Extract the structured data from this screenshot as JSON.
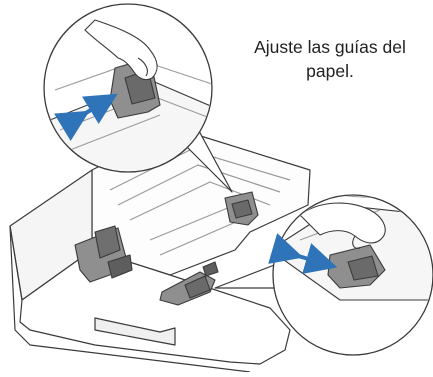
{
  "instruction": {
    "line1": "Ajuste las guías del",
    "line2": "papel."
  },
  "colors": {
    "outline": "#3a3a3a",
    "tray_fill": "#ffffff",
    "guide_fill": "#8f8f8f",
    "guide_dark": "#5e5e5e",
    "arrow": "#2f73b8"
  },
  "icons": {
    "arrow": "double-headed-arrow",
    "hand": "hand"
  }
}
